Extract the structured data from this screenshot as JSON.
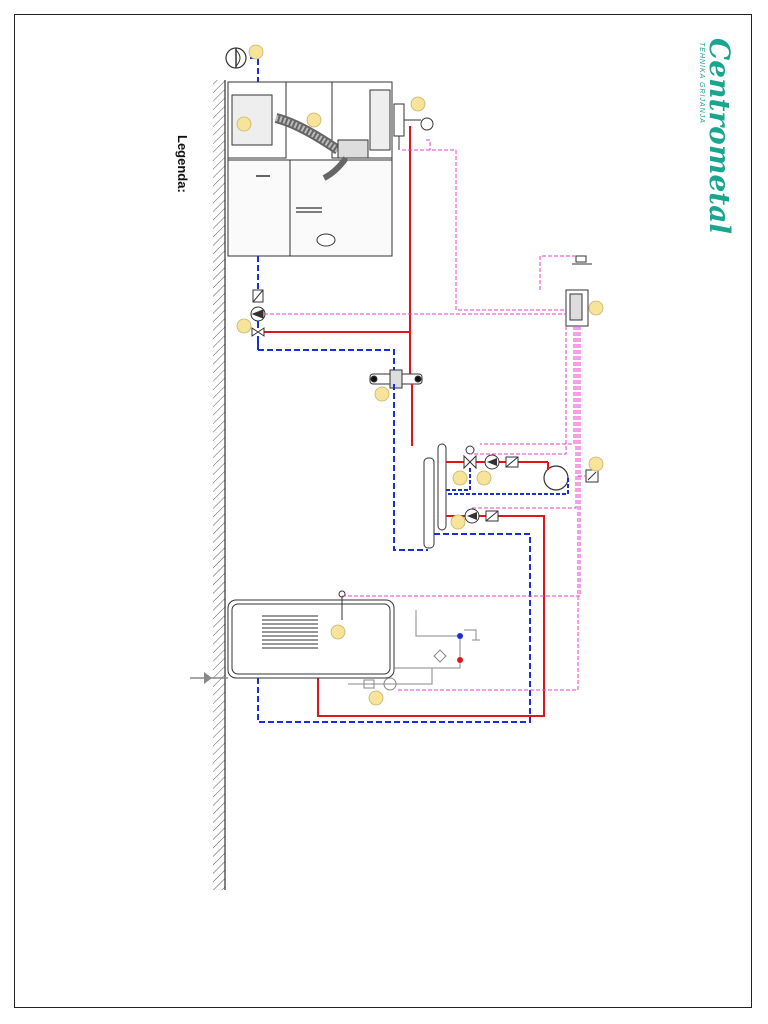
{
  "brand": {
    "name": "Centrometal",
    "tagline": "TEHNIKA GRIJANJA",
    "color": "#1aa58e"
  },
  "legend": {
    "title": "Legenda:"
  },
  "colors": {
    "supply_line": "#e0141b",
    "return_line": "#1a2fd6",
    "signal_line": "#e83fd0",
    "marker_fill": "#f7e39a",
    "equipment_stroke": "#333333",
    "hatch_wall": "#555555"
  },
  "markers": [
    {
      "name": "marker-fan"
    },
    {
      "name": "marker-pellet-tank"
    },
    {
      "name": "marker-boiler"
    },
    {
      "name": "marker-flue-sensor"
    },
    {
      "name": "marker-boiler-pump"
    },
    {
      "name": "marker-controller"
    },
    {
      "name": "marker-hydraulic-separator"
    },
    {
      "name": "marker-mixing-valve"
    },
    {
      "name": "marker-circuit-pump"
    },
    {
      "name": "marker-room-unit"
    },
    {
      "name": "marker-dhw-pump"
    },
    {
      "name": "marker-dhw-tank"
    },
    {
      "name": "marker-recirculation"
    }
  ],
  "icons": [
    "fan-icon",
    "pump-icon",
    "valve-icon",
    "check-valve-icon",
    "radiator-icon",
    "ground-icon",
    "shower-icon",
    "thermometer-icon"
  ]
}
